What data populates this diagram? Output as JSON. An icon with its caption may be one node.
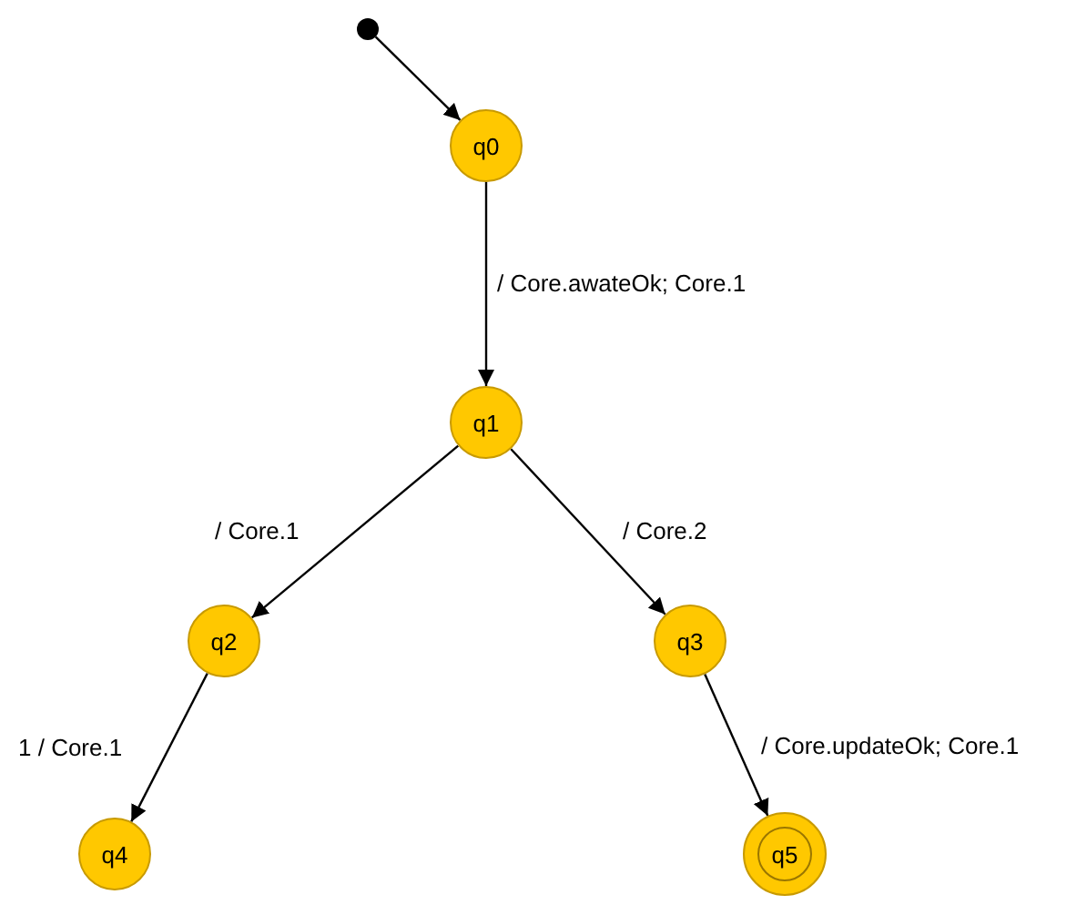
{
  "diagram": {
    "nodes": [
      {
        "text": [],
        "shape": "circle"
      },
      {
        "text": [
          "q0"
        ]
      },
      {
        "text": [
          "q1"
        ]
      },
      {
        "text": [
          "q2"
        ]
      },
      {
        "text": [
          "q3"
        ]
      },
      {
        "text": [
          "q4"
        ]
      },
      {
        "text": [
          "q5"
        ]
      }
    ],
    "edges": [
      {
        "from": 0,
        "to": 1,
        "arrow": "to"
      },
      {
        "from": 1,
        "to": 2,
        "arrow": "to",
        "label": "/ Core.awateOk; Core.1"
      },
      {
        "from": 2,
        "to": 3,
        "arrow": "to",
        "label": "/ Core.1"
      },
      {
        "from": 2,
        "to": 4,
        "arrow": "to",
        "label": "/ Core.2"
      },
      {
        "from": 3,
        "to": 5,
        "arrow": "to",
        "label": "1 / Core.1"
      },
      {
        "from": 4,
        "to": 6,
        "arrow": "to",
        "label": "/ Core.updateOk; Core.1"
      }
    ]
  }
}
